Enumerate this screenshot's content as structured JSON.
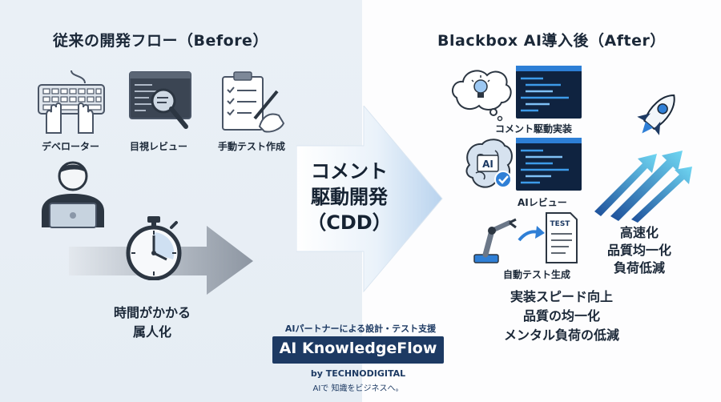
{
  "before": {
    "title": "従来の開発フロー（Before）",
    "icons": [
      {
        "label": "デベローター",
        "icon": "keyboard-icon"
      },
      {
        "label": "目視レビュー",
        "icon": "magnifier-code-icon"
      },
      {
        "label": "手動テスト作成",
        "icon": "clipboard-checklist-icon"
      }
    ],
    "problems": [
      "時間がかかる",
      "属人化"
    ]
  },
  "center": {
    "lines": [
      "コメント",
      "駆動開発",
      "（CDD）"
    ]
  },
  "after": {
    "title": "Blackbox AI導入後（After）",
    "icons": [
      {
        "label": "コメント駆動実装",
        "icon": "lightbulb-code-icon"
      },
      {
        "label": "AIレビュー",
        "icon": "ai-brain-icon"
      },
      {
        "label": "自動テスト生成",
        "icon": "robot-arm-test-icon"
      }
    ],
    "test_doc_text": "TEST",
    "ai_chip_text": "AI",
    "benefits": [
      "高速化",
      "品質均一化",
      "負荷低減"
    ],
    "results": [
      "実装スピード向上",
      "品質の均一化",
      "メンタル負荷の低減"
    ]
  },
  "brand": {
    "tagline": "AIパートナーによる設計・テスト支援",
    "name": "AI KnowledgeFlow",
    "by": "by TECHNODIGITAL",
    "slogan": "AIで 知識をビジネスへ。",
    "colors": {
      "navy": "#1d3a63",
      "accent": "#2f7fd6"
    }
  }
}
